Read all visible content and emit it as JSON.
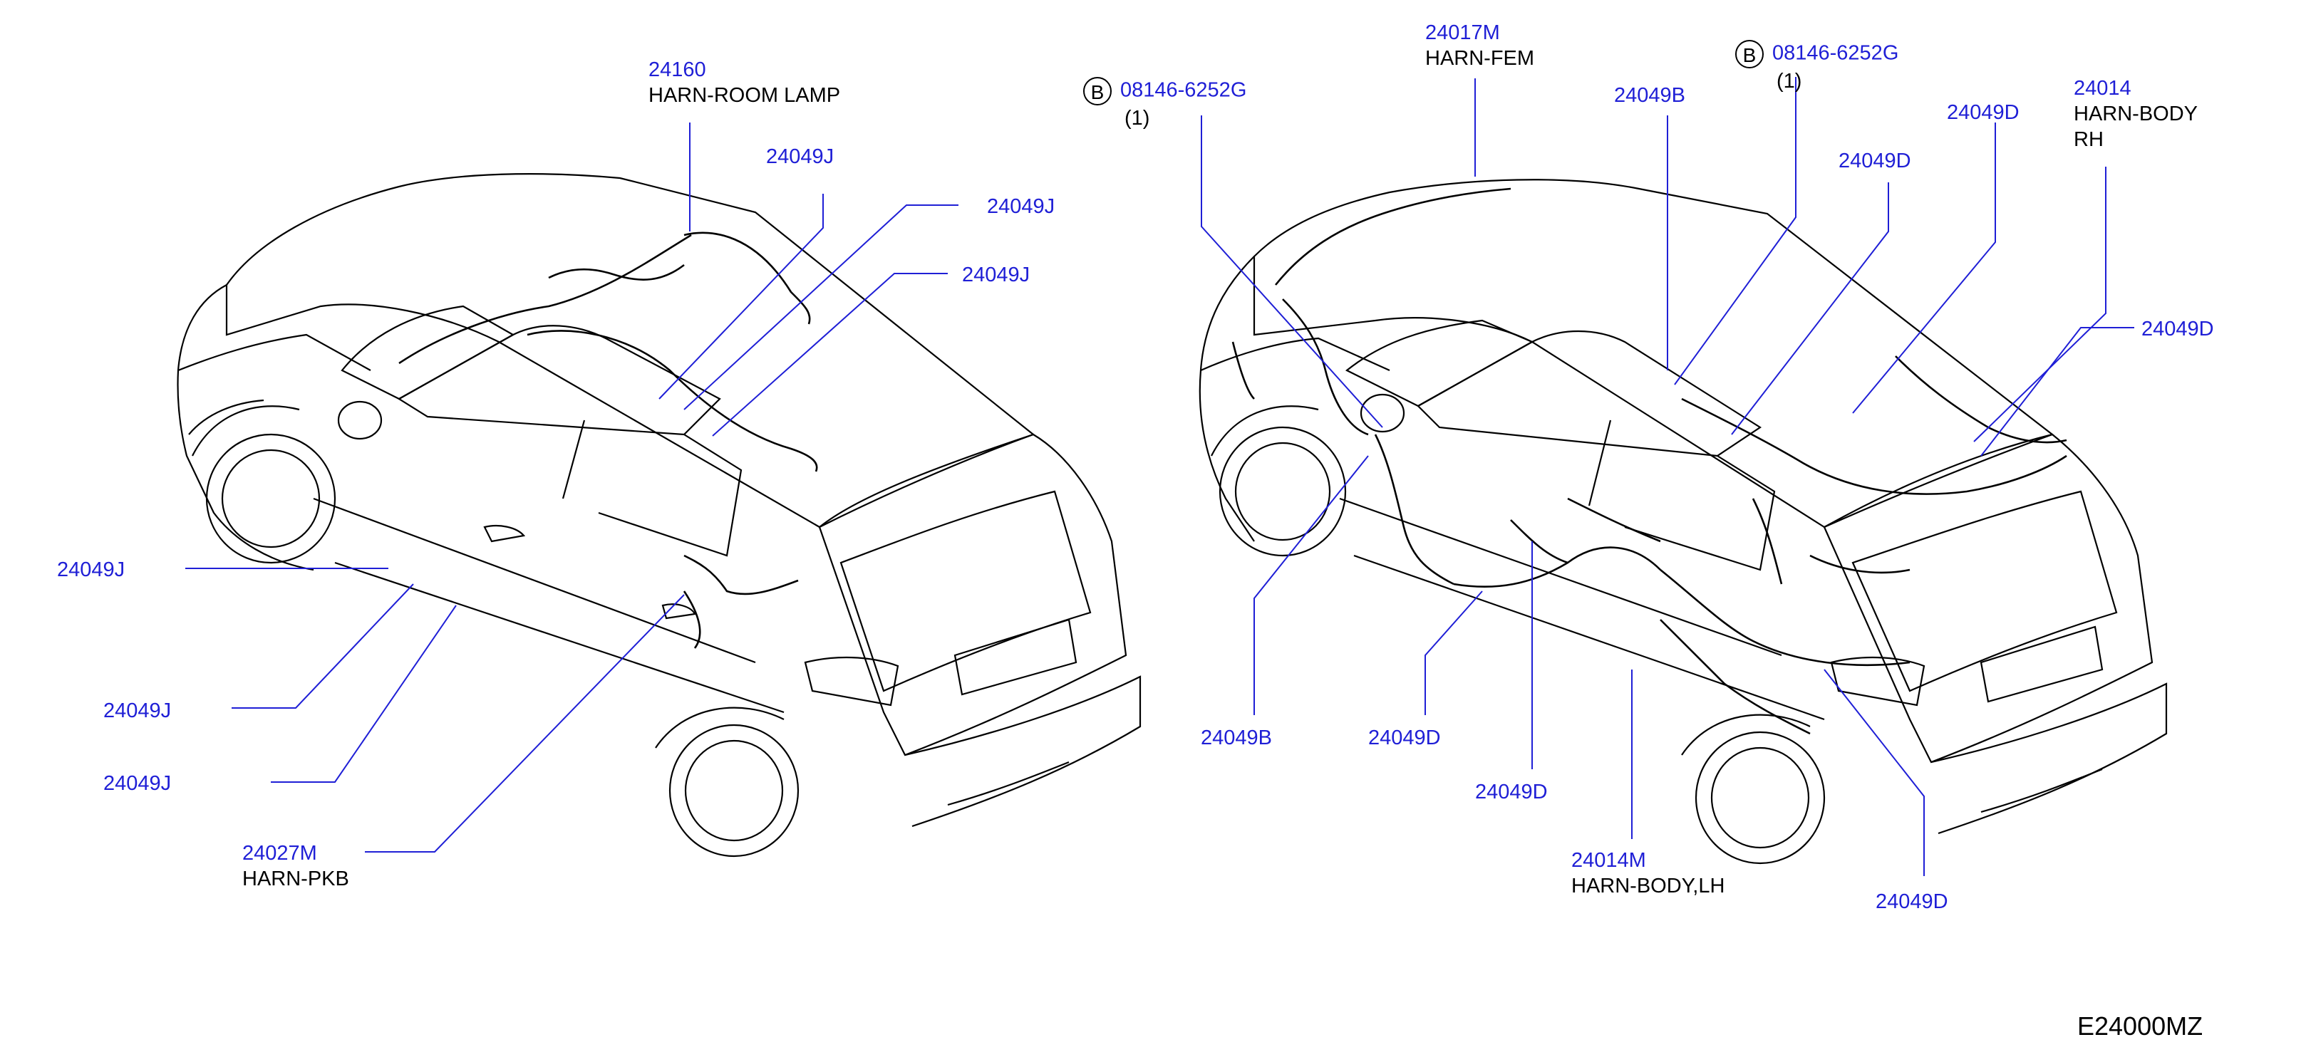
{
  "diagram_code": "E24000MZ",
  "colors": {
    "part_number": "#1f1fd6",
    "text": "#000000",
    "leader": "#1f1fd6",
    "lines": "#000000"
  },
  "labels": {
    "room_lamp": {
      "pn": "24160",
      "name": "HARN-ROOM   LAMP"
    },
    "clip_j_1": {
      "pn": "24049J"
    },
    "clip_j_2": {
      "pn": "24049J"
    },
    "clip_j_3": {
      "pn": "24049J"
    },
    "clip_j_4": {
      "pn": "24049J"
    },
    "clip_j_5": {
      "pn": "24049J"
    },
    "clip_j_6": {
      "pn": "24049J"
    },
    "pkb": {
      "pn": "24027M",
      "name": "HARN-PKB"
    },
    "bolt_left": {
      "symbol": "B",
      "pn": "08146-6252G",
      "qty": "(1)"
    },
    "fem": {
      "pn": "24017M",
      "name": "HARN-FEM"
    },
    "bolt_right": {
      "symbol": "B",
      "pn": "08146-6252G",
      "qty": "(1)"
    },
    "clip_b_top": {
      "pn": "24049B"
    },
    "clip_d_1": {
      "pn": "24049D"
    },
    "body_rh": {
      "pn": "24014",
      "name_line1": "HARN-BODY",
      "name_line2": "RH"
    },
    "clip_d_2": {
      "pn": "24049D"
    },
    "clip_d_3": {
      "pn": "24049D"
    },
    "clip_b_bottom": {
      "pn": "24049B"
    },
    "clip_d_4": {
      "pn": "24049D"
    },
    "clip_d_5": {
      "pn": "24049D"
    },
    "body_lh": {
      "pn": "24014M",
      "name": "HARN-BODY,LH"
    },
    "clip_d_6": {
      "pn": "24049D"
    }
  }
}
